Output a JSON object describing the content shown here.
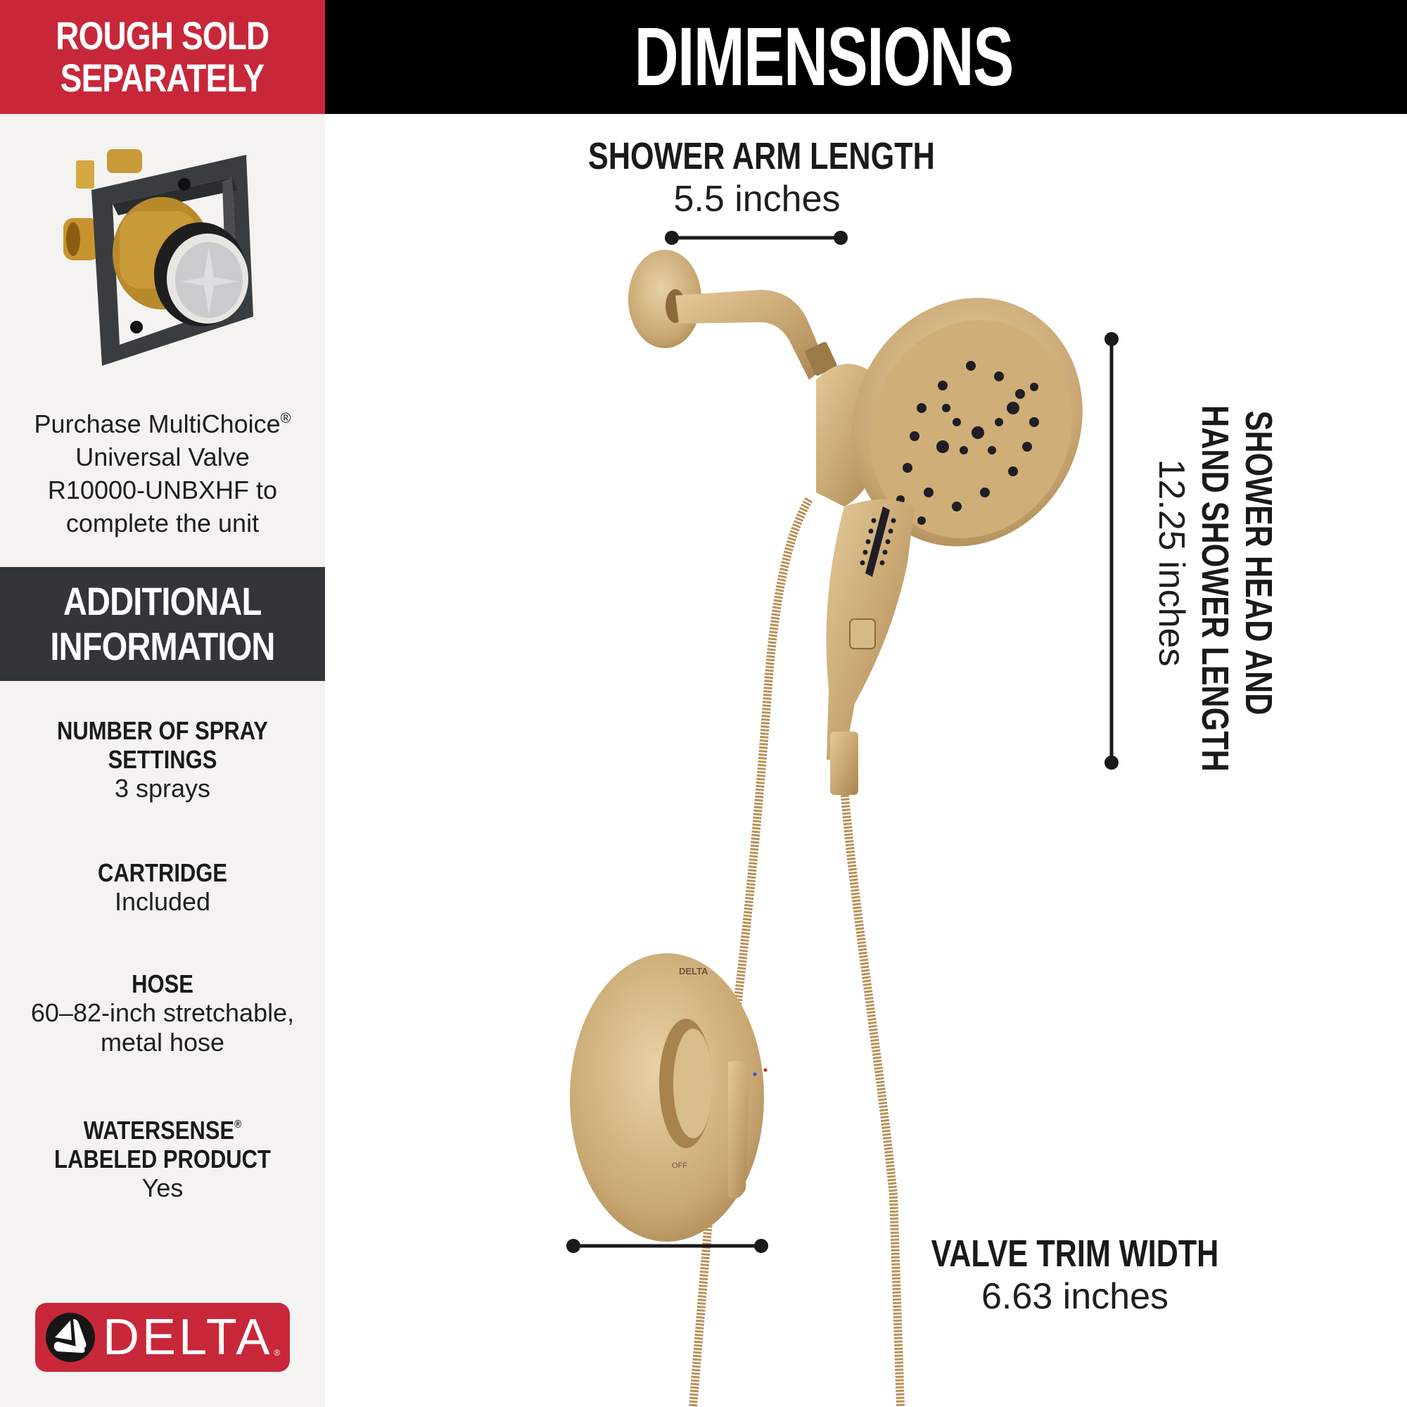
{
  "sidebar": {
    "rough_banner": {
      "line1": "ROUGH SOLD",
      "line2": "SEPARATELY",
      "bg_color": "#c8273a"
    },
    "valve_image": {
      "alt": "MultiChoice universal rough-in valve"
    },
    "purchase_text": {
      "line1": "Purchase MultiChoice",
      "registered": "®",
      "line2": "Universal Valve",
      "line3": "R10000-UNBXHF to",
      "line4": "complete the unit"
    },
    "additional_banner": {
      "line1": "ADDITIONAL",
      "line2": "INFORMATION",
      "bg_color": "#323639"
    },
    "info_items": [
      {
        "label_line1": "NUMBER OF SPRAY",
        "label_line2": "SETTINGS",
        "value_line1": "3 sprays"
      },
      {
        "label_line1": "CARTRIDGE",
        "value_line1": "Included"
      },
      {
        "label_line1": "HOSE",
        "value_line1": "60–82-inch stretchable,",
        "value_line2": "metal hose"
      },
      {
        "label_line1": "WATERSENSE",
        "label_reg": "®",
        "label_line2": "LABELED PRODUCT",
        "value_line1": "Yes"
      }
    ],
    "brand_logo": {
      "text": "DELTA",
      "registered": "®",
      "bg_color": "#c8273a"
    }
  },
  "main": {
    "header": {
      "title": "DIMENSIONS"
    },
    "dimensions": {
      "shower_arm": {
        "label": "SHOWER ARM LENGTH",
        "value": "5.5 inches"
      },
      "shower_head": {
        "label_line1": "SHOWER HEAD AND",
        "label_line2": "HAND SHOWER LENGTH",
        "value": "12.25 inches"
      },
      "valve_trim": {
        "label": "VALVE TRIM WIDTH",
        "value": "6.63 inches"
      }
    },
    "product": {
      "finish_color": "#c9a873",
      "trim_marking_brand": "DELTA",
      "trim_marking_off": "OFF"
    }
  }
}
